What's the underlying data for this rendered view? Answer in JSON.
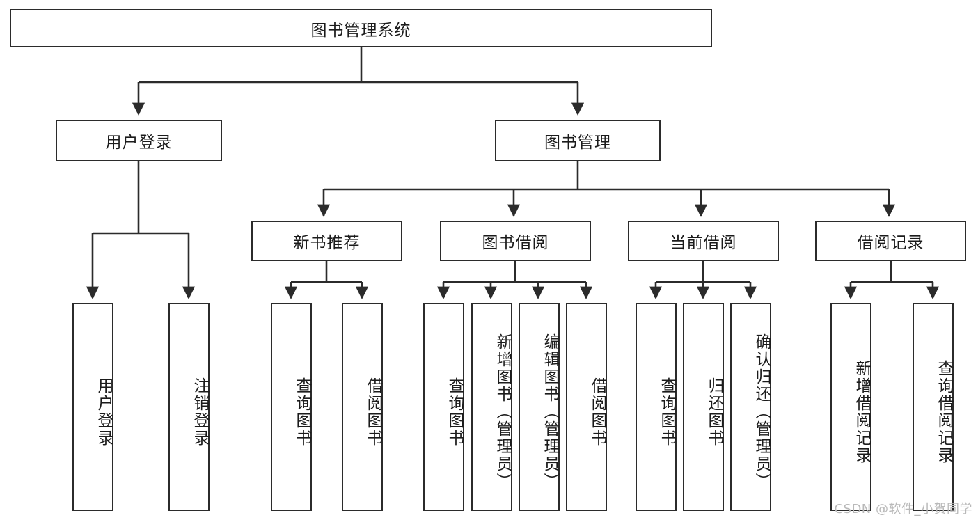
{
  "diagram": {
    "title": "图书管理系统",
    "watermark": "CSDN @软件_小贺同学",
    "line_color": "#2b2b2b",
    "box_fill": "#ffffff",
    "text_color": "#1b1b1b",
    "root": {
      "label": "图书管理系统"
    },
    "level2": [
      {
        "label": "用户登录"
      },
      {
        "label": "图书管理"
      }
    ],
    "level3": [
      {
        "label": "新书推荐"
      },
      {
        "label": "图书借阅"
      },
      {
        "label": "当前借阅"
      },
      {
        "label": "借阅记录"
      }
    ],
    "leaves": [
      {
        "label": "用户登录",
        "parent": "用户登录"
      },
      {
        "label": "注销登录",
        "parent": "用户登录"
      },
      {
        "label": "查询图书",
        "parent": "新书推荐"
      },
      {
        "label": "借阅图书",
        "parent": "新书推荐"
      },
      {
        "label": "查询图书",
        "parent": "图书借阅"
      },
      {
        "label": "新增图书（管理员）",
        "parent": "图书借阅"
      },
      {
        "label": "编辑图书（管理员）",
        "parent": "图书借阅"
      },
      {
        "label": "借阅图书",
        "parent": "图书借阅"
      },
      {
        "label": "查询图书",
        "parent": "当前借阅"
      },
      {
        "label": "归还图书",
        "parent": "当前借阅"
      },
      {
        "label": "确认归还（管理员）",
        "parent": "当前借阅"
      },
      {
        "label": "新增借阅记录",
        "parent": "借阅记录"
      },
      {
        "label": "查询借阅记录",
        "parent": "借阅记录"
      }
    ]
  }
}
